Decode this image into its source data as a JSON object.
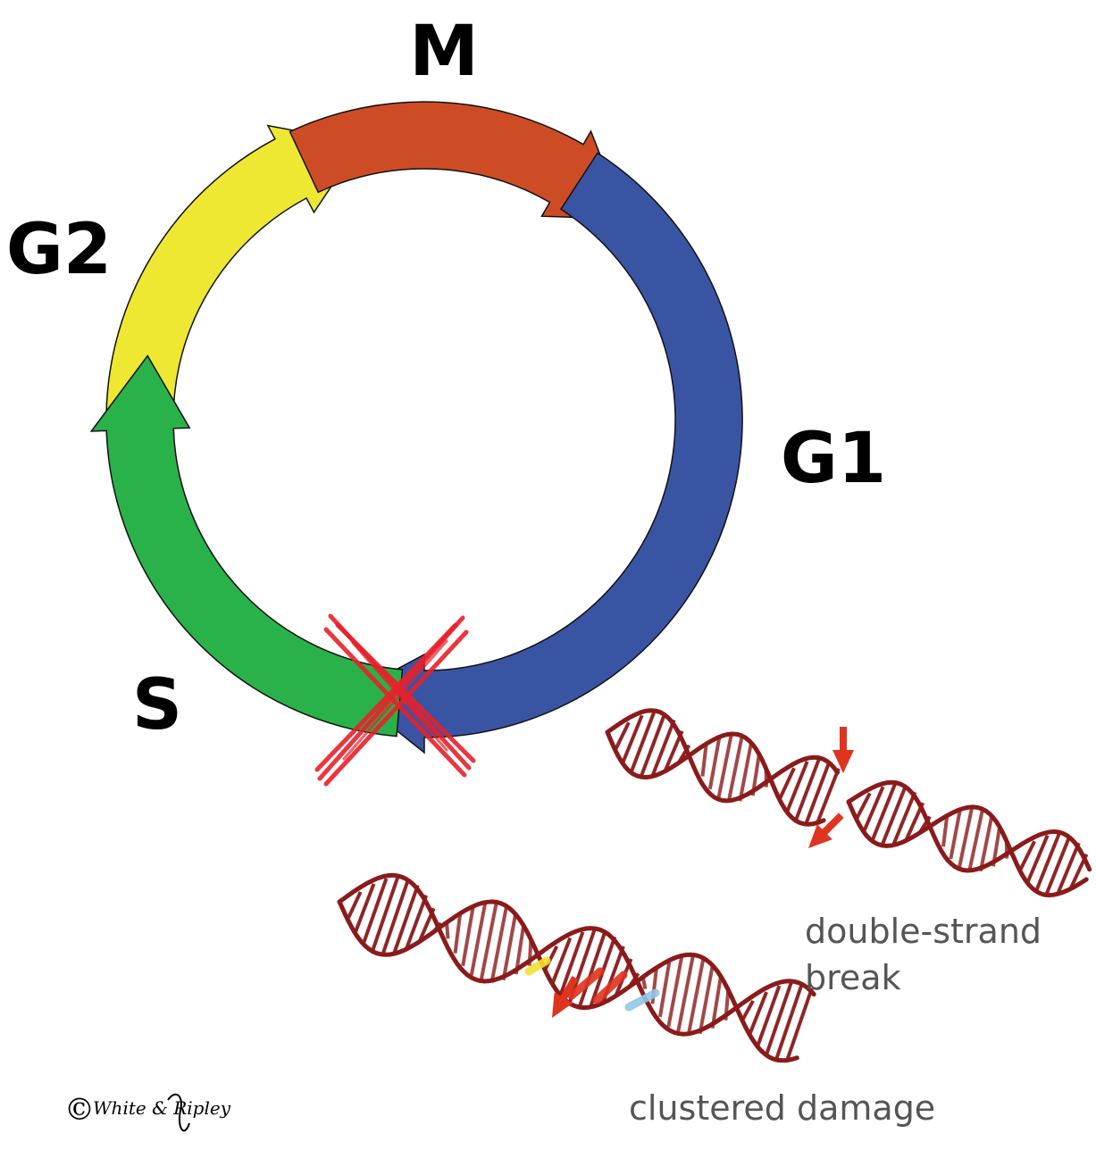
{
  "phases": [
    {
      "id": "M",
      "label": "M",
      "color": "#CD4C26"
    },
    {
      "id": "G1",
      "label": "G1",
      "color": "#3A54A4"
    },
    {
      "id": "S",
      "label": "S",
      "color": "#2AB24A"
    },
    {
      "id": "G2",
      "label": "G2",
      "color": "#EFE832"
    }
  ],
  "checkpoint_mark": {
    "color": "#E8202A",
    "icon": "red-x-icon"
  },
  "dna": {
    "strand_color": "#8B1A1A",
    "arrow_color": "#E0341F",
    "damage_colors": [
      "#F2E030",
      "#E0341F",
      "#E0341F",
      "#8FC8E8"
    ]
  },
  "captions": {
    "double_strand_break_line1": "double-strand",
    "double_strand_break_line2": "break",
    "clustered_damage": "clustered damage"
  },
  "copyright": {
    "symbol": "©",
    "signature": "White & Ripley"
  }
}
